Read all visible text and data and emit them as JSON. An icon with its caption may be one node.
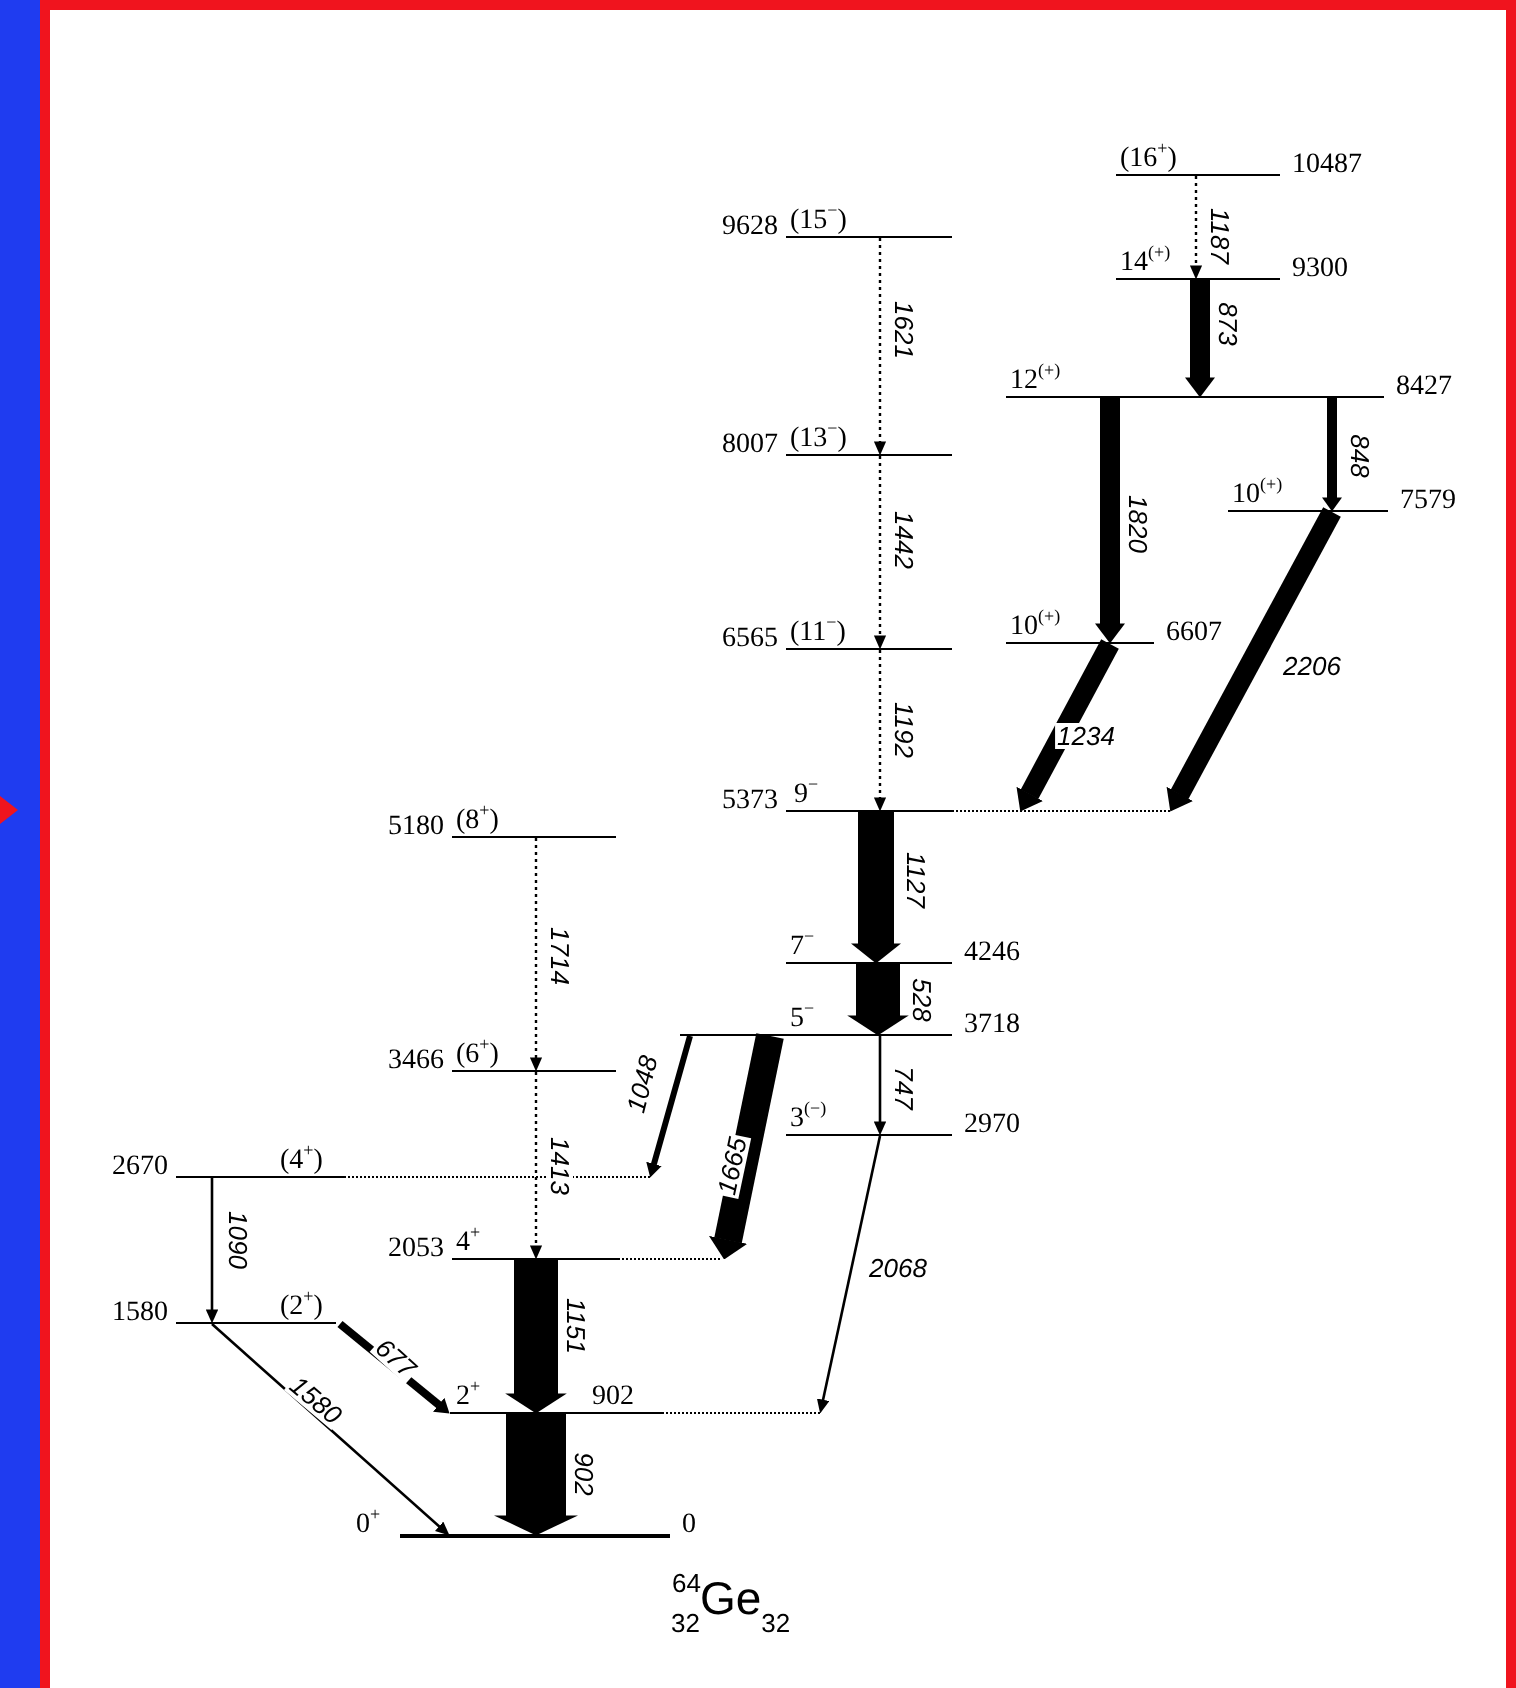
{
  "diagram": {
    "nodes": [
      {
        "text": [
          "(16$^{+}$)",
          "10487"
        ]
      },
      {
        "text": [
          "9628",
          "(15$^{−}$)"
        ]
      },
      {
        "text": [
          "14$^{(+)}$",
          "9300"
        ]
      },
      {
        "text": [
          "12$^{(+)}$",
          "8427"
        ]
      },
      {
        "text": [
          "8007",
          "(13$^{−}$)"
        ]
      },
      {
        "text": [
          "10$^{(+)}$",
          "7579"
        ]
      },
      {
        "text": [
          "6565",
          "(11$^{−}$)"
        ]
      },
      {
        "text": [
          "10$^{(+)}$",
          "6607"
        ]
      },
      {
        "text": [
          "5373",
          "9$^{−}$"
        ]
      },
      {
        "text": [
          "5180",
          "(8$^{+}$)"
        ]
      },
      {
        "text": [
          "7$^{−}$",
          "4246"
        ]
      },
      {
        "text": [
          "5$^{−}$",
          "3718"
        ]
      },
      {
        "text": [
          "3466",
          "(6$^{+}$)"
        ]
      },
      {
        "text": [
          "3$^{(−)}$",
          "2970"
        ]
      },
      {
        "text": [
          "2670",
          "(4$^{+}$)"
        ]
      },
      {
        "text": [
          "2053",
          "4$^{+}$"
        ]
      },
      {
        "text": [
          "1580",
          "(2$^{+}$)"
        ]
      },
      {
        "text": [
          "2$^{+}$",
          "902"
        ]
      },
      {
        "text": [
          "0$^{+}$",
          "0"
        ]
      }
    ],
    "edges": [
      {
        "from": 0,
        "to": 2,
        "arrow": "to",
        "label": "1187",
        "style": "dashed"
      },
      {
        "from": 1,
        "to": 4,
        "arrow": "to",
        "label": "1621",
        "style": "dashed"
      },
      {
        "from": 2,
        "to": 3,
        "arrow": "to",
        "label": "873",
        "style": "thick"
      },
      {
        "from": 3,
        "to": 7,
        "arrow": "to",
        "label": "1820",
        "style": "thick"
      },
      {
        "from": 3,
        "to": 5,
        "arrow": "to",
        "label": "848"
      },
      {
        "from": 4,
        "to": 6,
        "arrow": "to",
        "label": "1442",
        "style": "dashed"
      },
      {
        "from": 7,
        "to": 8,
        "arrow": "to",
        "label": "1234",
        "style": "thick"
      },
      {
        "from": 5,
        "to": 8,
        "arrow": "to",
        "label": "2206",
        "style": "thick"
      },
      {
        "from": 6,
        "to": 8,
        "arrow": "to",
        "label": "1192",
        "style": "dashed"
      },
      {
        "from": 8,
        "to": 10,
        "arrow": "to",
        "label": "1127",
        "style": "thick"
      },
      {
        "from": 9,
        "to": 12,
        "arrow": "to",
        "label": "1714",
        "style": "dashed"
      },
      {
        "from": 10,
        "to": 11,
        "arrow": "to",
        "label": "528",
        "style": "thick"
      },
      {
        "from": 11,
        "to": 13,
        "arrow": "to",
        "label": "747"
      },
      {
        "from": 11,
        "to": 14,
        "arrow": "to",
        "label": "1048"
      },
      {
        "from": 11,
        "to": 15,
        "arrow": "to",
        "label": "1665",
        "style": "thick"
      },
      {
        "from": 12,
        "to": 15,
        "arrow": "to",
        "label": "1413",
        "style": "dashed"
      },
      {
        "from": 13,
        "to": 17,
        "arrow": "to",
        "label": "2068"
      },
      {
        "from": 14,
        "to": 16,
        "arrow": "to",
        "label": "1090"
      },
      {
        "from": 16,
        "to": 17,
        "arrow": "to",
        "label": "677"
      },
      {
        "from": 16,
        "to": 18,
        "arrow": "to",
        "label": "1580"
      },
      {
        "from": 15,
        "to": 17,
        "arrow": "to",
        "label": "1151",
        "style": "thick"
      },
      {
        "from": 17,
        "to": 18,
        "arrow": "to",
        "label": "902",
        "style": "thick"
      }
    ],
    "labels": [
      "$^{64}$$_{32}$Ge$_{32}$"
    ]
  }
}
